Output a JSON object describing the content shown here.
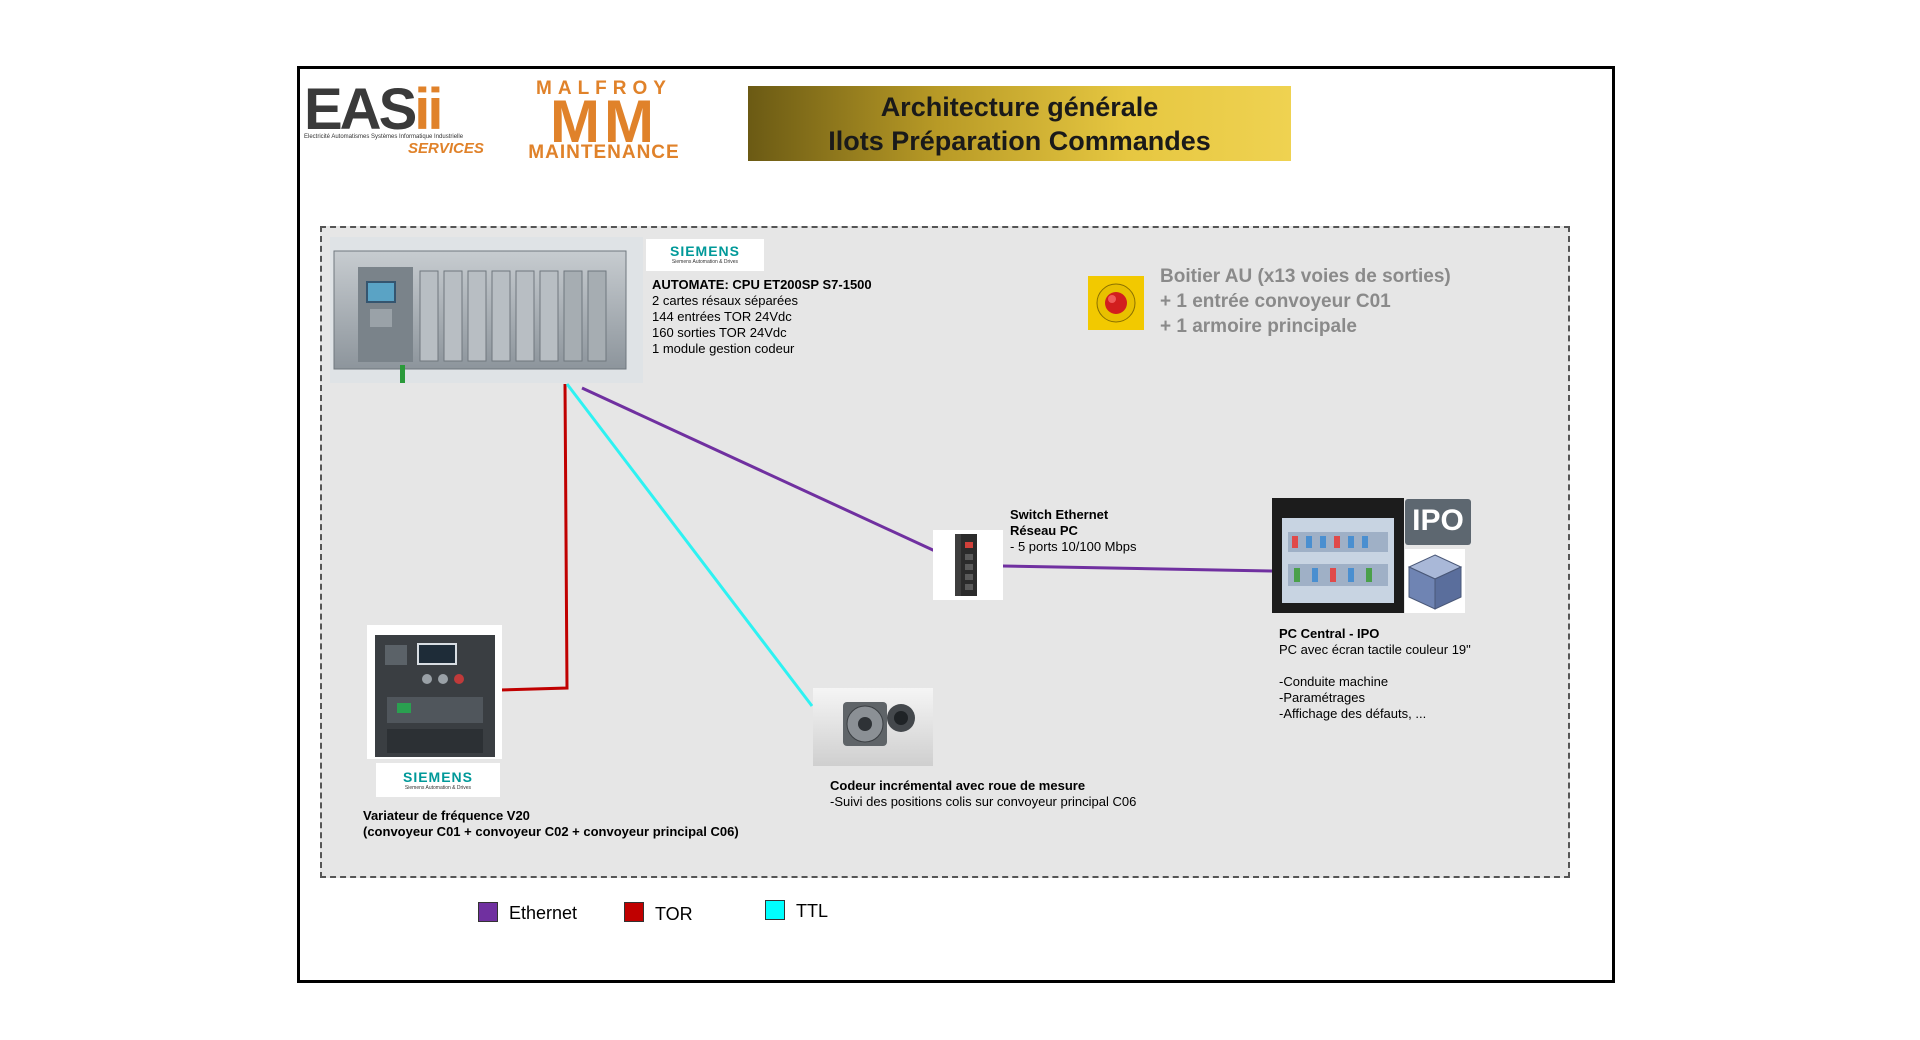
{
  "header": {
    "logo_easii": {
      "main": "EAS",
      "accent": "ii",
      "tagline": "Electricité Automatismes Systèmes Informatique Industrielle",
      "services": "SERVICES"
    },
    "logo_malfroy": {
      "top": "MALFROY",
      "mid": "MM",
      "bottom": "MAINTENANCE"
    },
    "title_line1": "Architecture générale",
    "title_line2": "Ilots Préparation Commandes"
  },
  "automate": {
    "brand": "SIEMENS",
    "brand_sub": "Siemens Automation & Drives",
    "title": "AUTOMATE: CPU ET200SP S7-1500",
    "lines": [
      "2 cartes résaux séparées",
      "144 entrées TOR 24Vdc",
      "160 sorties TOR 24Vdc",
      "1 module gestion codeur"
    ]
  },
  "au_box": {
    "line1": "Boitier AU (x13 voies de sorties)",
    "line2": "+ 1 entrée convoyeur C01",
    "line3": "+ 1 armoire principale"
  },
  "switch": {
    "title1": "Switch Ethernet",
    "title2": "Réseau PC",
    "line": "- 5 ports 10/100 Mbps"
  },
  "pc": {
    "title": "PC Central - IPO",
    "sub": "PC avec écran tactile couleur 19\"",
    "lines": [
      "-Conduite machine",
      "-Paramétrages",
      "-Affichage des défauts, ..."
    ],
    "badge": "IPO"
  },
  "variateur": {
    "brand": "SIEMENS",
    "brand_sub": "Siemens Automation & Drives",
    "title": "Variateur de fréquence V20",
    "sub": "(convoyeur C01 +  convoyeur C02 + convoyeur principal C06)"
  },
  "codeur": {
    "title": "Codeur incrémental avec roue de mesure",
    "line": "-Suivi des positions colis  sur convoyeur principal C06"
  },
  "legend": [
    {
      "label": "Ethernet",
      "color": "#7030a0"
    },
    {
      "label": "TOR",
      "color": "#c00000"
    },
    {
      "label": "TTL",
      "color": "#00ffff"
    }
  ],
  "colors": {
    "ethernet": "#7030a0",
    "tor": "#c00000",
    "ttl": "#2ef2f2"
  }
}
